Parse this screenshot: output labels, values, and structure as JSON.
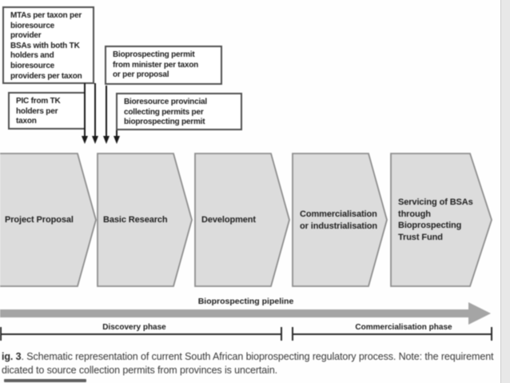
{
  "figure": {
    "type": "process-flow-diagram",
    "topic": "South African bioprospecting regulatory process"
  },
  "permit_boxes": [
    {
      "text": "MTAs per taxon per\nbioresource\nprovider\nBSAs with both TK\nholders and\nbioresource\nproviders per taxon"
    },
    {
      "text": "Bioprospecting permit\nfrom minister per taxon\nor per proposal"
    },
    {
      "text": "PIC from TK\nholders per\ntaxon"
    },
    {
      "text": "Bioresource provincial\ncollecting permits per\nbioprospecting permit"
    }
  ],
  "pipeline": {
    "label": "Bioprospecting pipeline",
    "stages": [
      {
        "label": "Project Proposal"
      },
      {
        "label": "Basic Research"
      },
      {
        "label": "Development"
      },
      {
        "label": "Commercialisation\nor industrialisation"
      },
      {
        "label": "Servicing of BSAs\nthrough\nBioprospecting\nTrust Fund"
      }
    ]
  },
  "phases": [
    {
      "label": "Discovery phase"
    },
    {
      "label": "Commercialisation phase"
    }
  ],
  "caption": {
    "fig_label": "ig. 3",
    "line1_rest": ". Schematic representation of current South African bioprospecting regulatory process. Note: the requirement",
    "line2": "dicated to source collection permits from provinces is uncertain."
  },
  "colors": {
    "stage_fill": "#dcdcdc",
    "stage_border": "#8e8e8e",
    "pipeline_arrow": "#a5a5a5",
    "box_border": "#4f4f4f",
    "arrow_black": "#1a1a1a",
    "right_strip": "#e8e8e8",
    "background": "#fefefe"
  }
}
